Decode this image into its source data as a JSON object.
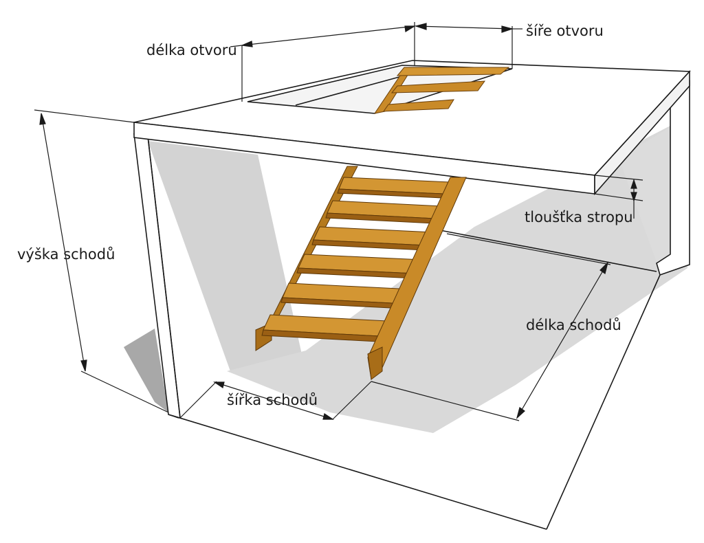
{
  "labels": {
    "opening_length": "délka otvoru",
    "opening_width": "šíře otvoru",
    "stair_height": "výška schodů",
    "ceiling_thickness": "tloušťka stropu",
    "stair_length": "délka schodů",
    "stair_width": "šířka schodů"
  },
  "colors": {
    "wood": "#c98a28",
    "wood_dark": "#9a5f14",
    "wood_light": "#e3a845",
    "shadow": "#d6d6d6",
    "shadow_dark": "#a9a9a9",
    "line": "#1a1a1a",
    "surface": "#ffffff"
  }
}
